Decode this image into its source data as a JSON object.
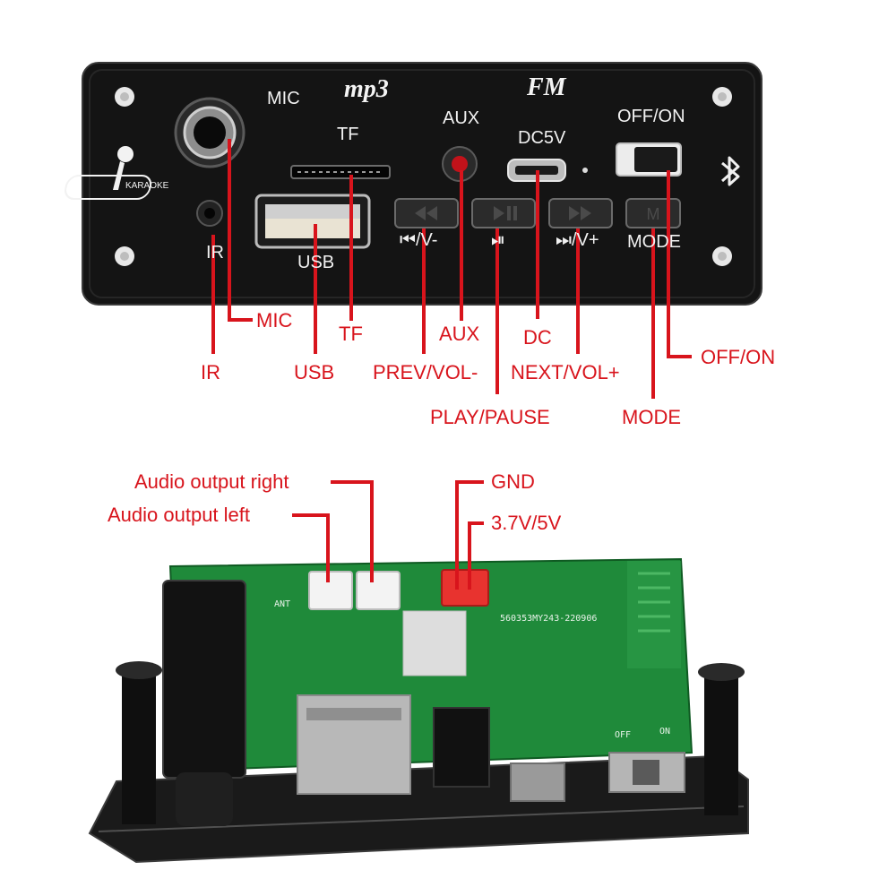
{
  "panel": {
    "mic": "MIC",
    "tf": "TF",
    "aux": "AUX",
    "dc": "DC5V",
    "offon": "OFF/ON",
    "ir": "IR",
    "usb": "USB",
    "prev": "⏮/V-",
    "play": "⏯",
    "next": "⏭/V+",
    "mode": "MODE",
    "logo_mp3": "mp3",
    "logo_fm": "FM",
    "karaoke": "KARAOKE"
  },
  "callouts": {
    "mic": "MIC",
    "tf": "TF",
    "aux": "AUX",
    "dc": "DC",
    "offon": "OFF/ON",
    "ir": "IR",
    "usb": "USB",
    "prev": "PREV/VOL-",
    "next": "NEXT/VOL+",
    "play": "PLAY/PAUSE",
    "mode": "MODE"
  },
  "board_callouts": {
    "right": "Audio output right",
    "left": "Audio output left",
    "gnd": "GND",
    "power": "3.7V/5V"
  },
  "pcb": {
    "serial": "560353MY243-220906",
    "ant": "ANT",
    "off": "OFF",
    "on": "ON"
  },
  "colors": {
    "callout": "#d8141c",
    "panel": "#151515",
    "pcb": "#1f8a3a"
  }
}
